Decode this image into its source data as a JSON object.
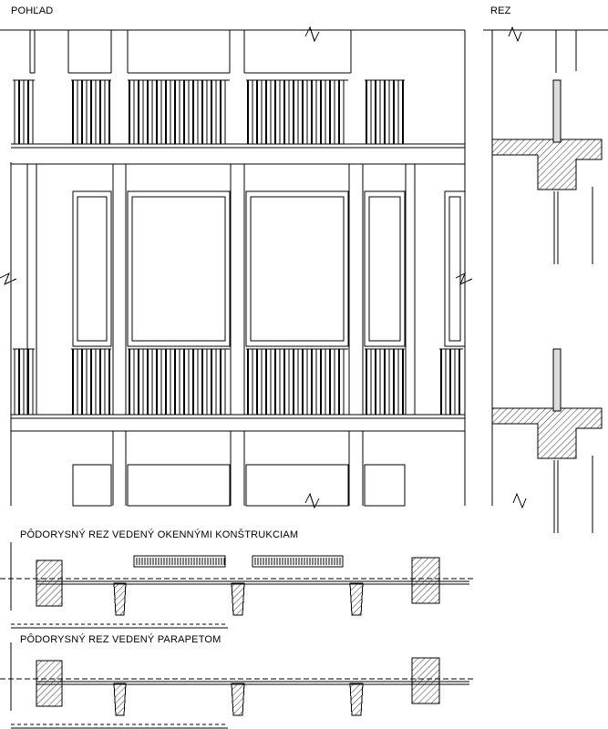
{
  "labels": {
    "elevation": "POHĽAD",
    "section": "REZ",
    "plan_windows": "PÔDORYSNÝ REZ VEDENÝ OKENNÝMI KONŠTRUKCIAM",
    "plan_parapet": "PÔDORYSNÝ REZ VEDENÝ PARAPETOM"
  },
  "colors": {
    "line": "#000000",
    "background": "#ffffff"
  }
}
